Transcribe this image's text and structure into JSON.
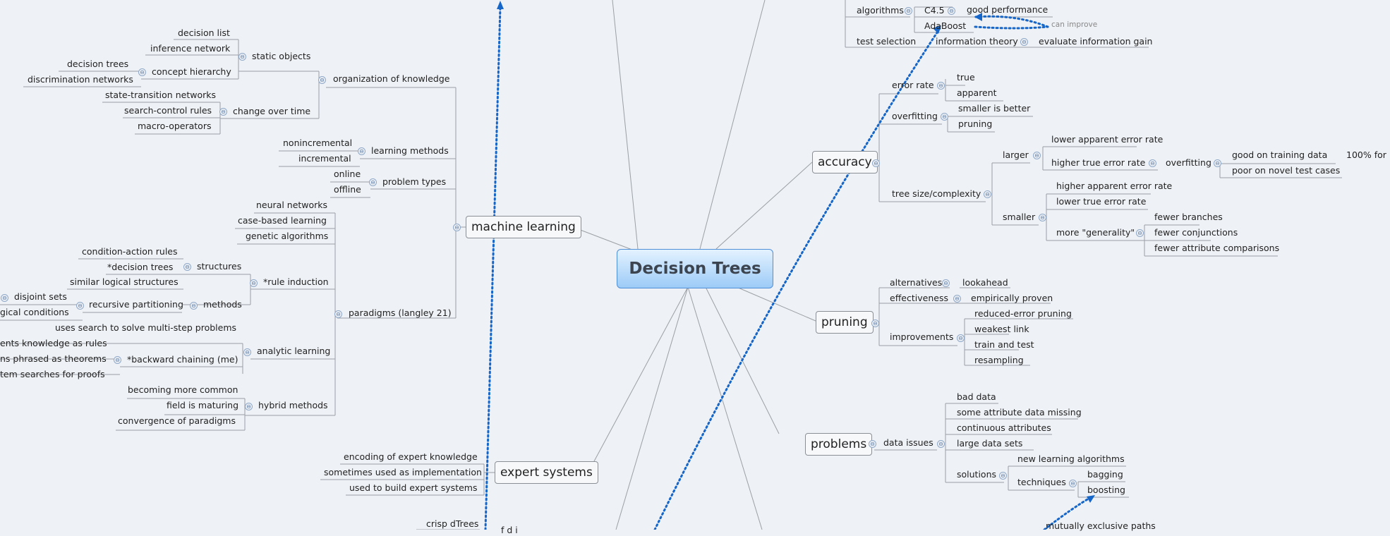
{
  "root": "Decision Trees",
  "toggle_glyph": "⊖",
  "left": {
    "machine_learning": {
      "label": "machine learning",
      "organization": {
        "label": "organization of knowledge",
        "static": {
          "label": "static objects",
          "items": [
            "decision list",
            "inference network"
          ],
          "concept": {
            "label": "concept hierarchy",
            "items": [
              "decision trees",
              "discrimination networks"
            ]
          }
        },
        "change": {
          "label": "change over time",
          "items": [
            "state-transition networks",
            "search-control rules",
            "macro-operators"
          ]
        }
      },
      "learning_methods": {
        "label": "learning methods",
        "items": [
          "nonincremental",
          "incremental"
        ]
      },
      "problem_types": {
        "label": "problem types",
        "items": [
          "online",
          "offline"
        ]
      },
      "paradigms": {
        "label": "paradigms (langley 21)",
        "items": [
          "neural networks",
          "case-based learning",
          "genetic algorithms"
        ],
        "rule_induction": {
          "label": "*rule induction",
          "structures": {
            "label": "structures",
            "items": [
              "condition-action rules",
              "*decision trees",
              "similar logical structures"
            ]
          },
          "methods": {
            "label": "methods",
            "rec": "recursive partitioning",
            "rec_items": [
              "disjoint sets",
              "gical conditions"
            ]
          }
        },
        "analytic": {
          "label": "analytic learning",
          "items": [
            "uses search to solve multi-step problems"
          ],
          "backward": {
            "label": "*backward chaining (me)",
            "items": [
              "ents knowledge as rules",
              "ns phrased as theorems",
              "tem searches for proofs"
            ]
          }
        },
        "hybrid": {
          "label": "hybrid methods",
          "items": [
            "becoming more common",
            "field is maturing",
            "convergence of paradigms"
          ]
        }
      }
    },
    "expert_systems": {
      "label": "expert systems",
      "items": [
        "encoding of expert knowledge",
        "sometimes used as implementation",
        "used to build expert systems"
      ]
    },
    "bottom": {
      "crisp": "crisp dTrees",
      "fuzzy_partial": "f          d    i"
    }
  },
  "right": {
    "top": {
      "algorithms": "algorithms",
      "c45": "C4.5",
      "good_performance": "good performance",
      "adaboost": "AdaBoost",
      "can_improve": "can improve",
      "test_selection": "test selection",
      "information_theory": "information theory",
      "evaluate_gain": "evaluate information gain"
    },
    "accuracy": {
      "label": "accuracy",
      "error_rate": {
        "label": "error rate",
        "items": [
          "true",
          "apparent"
        ]
      },
      "overfitting": {
        "label": "overfitting",
        "items": [
          "smaller is better",
          "pruning"
        ]
      },
      "tree_size": {
        "label": "tree size/complexity",
        "larger": {
          "label": "larger",
          "lower": "lower apparent error rate",
          "higher": "higher true error rate",
          "overfit": "overfitting",
          "good": "good on training data",
          "hundred": "100% for",
          "poor": "poor on novel test cases"
        },
        "smaller": {
          "label": "smaller",
          "items": [
            "higher apparent error rate",
            "lower true error rate"
          ],
          "generality": {
            "label": "more \"generality\"",
            "items": [
              "fewer branches",
              "fewer conjunctions",
              "fewer attribute comparisons"
            ]
          }
        }
      }
    },
    "pruning": {
      "label": "pruning",
      "alternatives": "alternatives",
      "lookahead": "lookahead",
      "effectiveness": "effectiveness",
      "empirically": "empirically proven",
      "improvements": {
        "label": "improvements",
        "items": [
          "reduced-error pruning",
          "weakest link",
          "train and test",
          "resampling"
        ]
      }
    },
    "problems": {
      "label": "problems",
      "data_issues": {
        "label": "data issues",
        "items": [
          "bad data",
          "some attribute data missing",
          "continuous attributes",
          "large data sets"
        ],
        "solutions": {
          "label": "solutions",
          "nla": "new learning algorithms",
          "techniques": {
            "label": "techniques",
            "items": [
              "bagging",
              "boosting"
            ]
          }
        }
      }
    },
    "bottom": {
      "mutually": "mutually exclusive paths"
    }
  },
  "colors": {
    "link": "#1566c8",
    "line": "#9aa0a6",
    "root_top": "#e4f2ff",
    "root_bottom": "#9ccbf7"
  }
}
